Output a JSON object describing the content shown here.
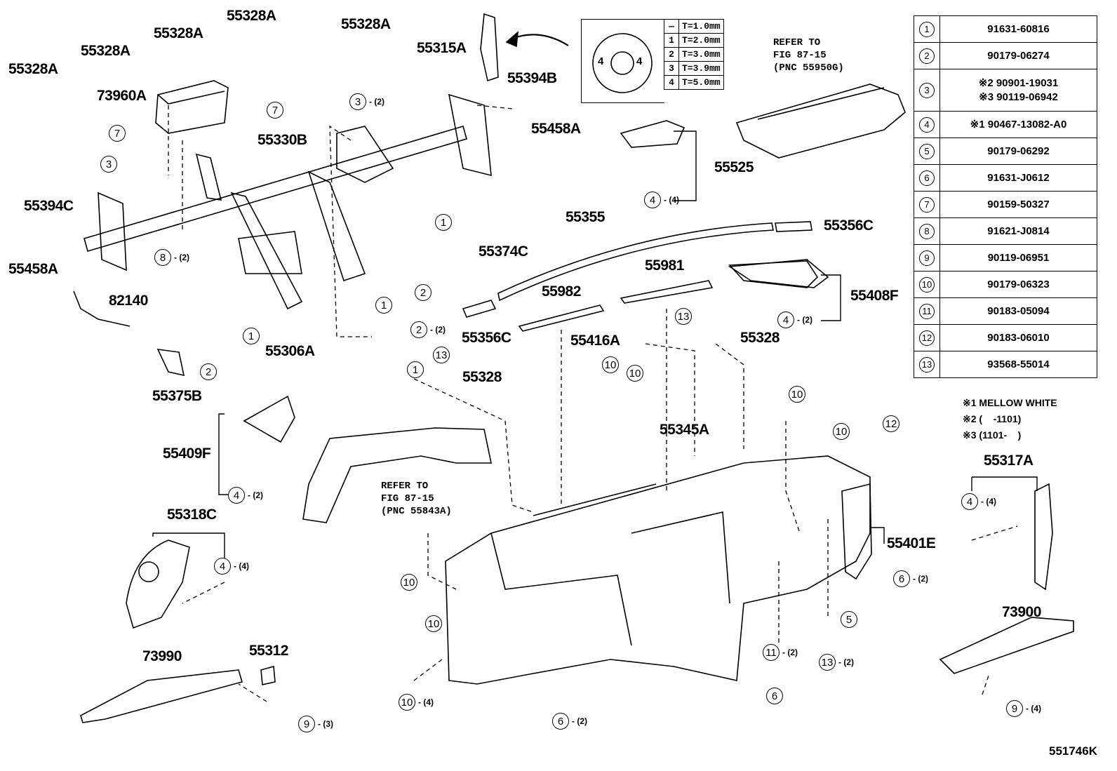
{
  "diagram_id": "551746K",
  "shim_table": {
    "rows": [
      {
        "key": "—",
        "value": "T=1.0mm"
      },
      {
        "key": "1",
        "value": "T=2.0mm"
      },
      {
        "key": "2",
        "value": "T=3.0mm"
      },
      {
        "key": "3",
        "value": "T=3.9mm"
      },
      {
        "key": "4",
        "value": "T=5.0mm"
      }
    ]
  },
  "parts_table": [
    {
      "no": "1",
      "pn": "91631-60816"
    },
    {
      "no": "2",
      "pn": "90179-06274"
    },
    {
      "no": "3",
      "pn": "※2 90901-19031\n※3 90119-06942"
    },
    {
      "no": "4",
      "pn": "※1 90467-13082-A0"
    },
    {
      "no": "5",
      "pn": "90179-06292"
    },
    {
      "no": "6",
      "pn": "91631-J0612"
    },
    {
      "no": "7",
      "pn": "90159-50327"
    },
    {
      "no": "8",
      "pn": "91621-J0814"
    },
    {
      "no": "9",
      "pn": "90119-06951"
    },
    {
      "no": "10",
      "pn": "90179-06323"
    },
    {
      "no": "11",
      "pn": "90183-05094"
    },
    {
      "no": "12",
      "pn": "90183-06010"
    },
    {
      "no": "13",
      "pn": "93568-55014"
    }
  ],
  "notes": [
    "※1 MELLOW WHITE",
    "※2 (    -1101)",
    "※3 (1101-    )"
  ],
  "references": {
    "ref1": "REFER TO\nFIG 87-15\n(PNC 55950G)",
    "ref2": "REFER TO\nFIG 87-15\n(PNC 55843A)"
  },
  "labels": {
    "l55328A_1": "55328A",
    "l55328A_2": "55328A",
    "l55328A_3": "55328A",
    "l55328A_4": "55328A",
    "l55328A_5": "55328A",
    "l55315A": "55315A",
    "l73960A": "73960A",
    "l55394B": "55394B",
    "l55458A_1": "55458A",
    "l55330B": "55330B",
    "l55394C": "55394C",
    "l55458A_2": "55458A",
    "l55525": "55525",
    "l55355": "55355",
    "l55356C_1": "55356C",
    "l55374C": "55374C",
    "l55981": "55981",
    "l55408F": "55408F",
    "l82140": "82140",
    "l55982": "55982",
    "l55356C_2": "55356C",
    "l55416A": "55416A",
    "l55328_1": "55328",
    "l55306A": "55306A",
    "l55375B": "55375B",
    "l55328_2": "55328",
    "l55409F": "55409F",
    "l55345A": "55345A",
    "l55317A": "55317A",
    "l55318C": "55318C",
    "l55401E": "55401E",
    "l73900": "73900",
    "l73990": "73990",
    "l55312": "55312"
  },
  "callouts": [
    {
      "n": "7",
      "q": ""
    },
    {
      "n": "7",
      "q": ""
    },
    {
      "n": "3",
      "q": "- (2)"
    },
    {
      "n": "3",
      "q": ""
    },
    {
      "n": "1",
      "q": ""
    },
    {
      "n": "8",
      "q": "- (2)"
    },
    {
      "n": "1",
      "q": ""
    },
    {
      "n": "1",
      "q": ""
    },
    {
      "n": "2",
      "q": ""
    },
    {
      "n": "4",
      "q": "- (4)"
    },
    {
      "n": "13",
      "q": ""
    },
    {
      "n": "4",
      "q": "- (2)"
    },
    {
      "n": "2",
      "q": "- (2)"
    },
    {
      "n": "1",
      "q": ""
    },
    {
      "n": "2",
      "q": ""
    },
    {
      "n": "13",
      "q": ""
    },
    {
      "n": "10",
      "q": ""
    },
    {
      "n": "10",
      "q": ""
    },
    {
      "n": "10",
      "q": ""
    },
    {
      "n": "10",
      "q": ""
    },
    {
      "n": "12",
      "q": ""
    },
    {
      "n": "4",
      "q": "- (2)"
    },
    {
      "n": "4",
      "q": "- (4)"
    },
    {
      "n": "4",
      "q": "- (4)"
    },
    {
      "n": "10",
      "q": ""
    },
    {
      "n": "10",
      "q": ""
    },
    {
      "n": "6",
      "q": "- (2)"
    },
    {
      "n": "5",
      "q": ""
    },
    {
      "n": "11",
      "q": "- (2)"
    },
    {
      "n": "13",
      "q": "- (2)"
    },
    {
      "n": "10",
      "q": "- (4)"
    },
    {
      "n": "6",
      "q": ""
    },
    {
      "n": "6",
      "q": "- (2)"
    },
    {
      "n": "9",
      "q": "- (3)"
    },
    {
      "n": "9",
      "q": "- (4)"
    }
  ],
  "shim_washer_marks": [
    "4",
    "4"
  ]
}
